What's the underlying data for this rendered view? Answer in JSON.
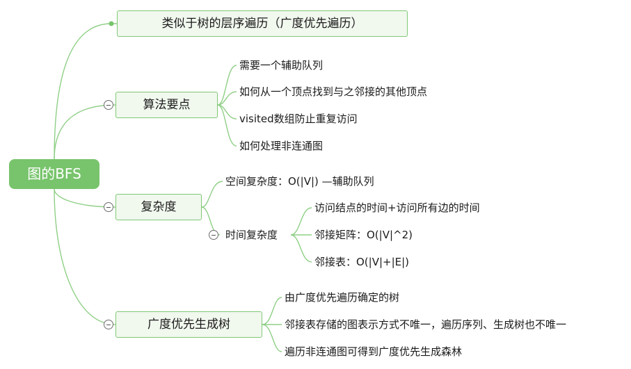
{
  "root": {
    "label": "图的BFS"
  },
  "branches": [
    {
      "label": "类似于树的层序遍历（广度优先遍历）"
    },
    {
      "label": "算法要点",
      "children": [
        "需要一个辅助队列",
        "如何从一个顶点找到与之邻接的其他顶点",
        "visited数组防止重复访问",
        "如何处理非连通图"
      ]
    },
    {
      "label": "复杂度",
      "children": [
        {
          "label": "空间复杂度：O(|V|) —辅助队列"
        },
        {
          "label": "时间复杂度",
          "children": [
            "访问结点的时间+访问所有边的时间",
            "邻接矩阵：O(|V|^2)",
            "邻接表：O(|V|+|E|)"
          ]
        }
      ]
    },
    {
      "label": "广度优先生成树",
      "children": [
        "由广度优先遍历确定的树",
        "邻接表存储的图表示方式不唯一，遍历序列、生成树也不唯一",
        "遍历非连通图可得到广度优先生成森林"
      ]
    }
  ],
  "colors": {
    "accent": "#78c46c",
    "line": "#8fcf86",
    "box_fill": "#f1f8ee",
    "box_border": "#7fc874"
  }
}
